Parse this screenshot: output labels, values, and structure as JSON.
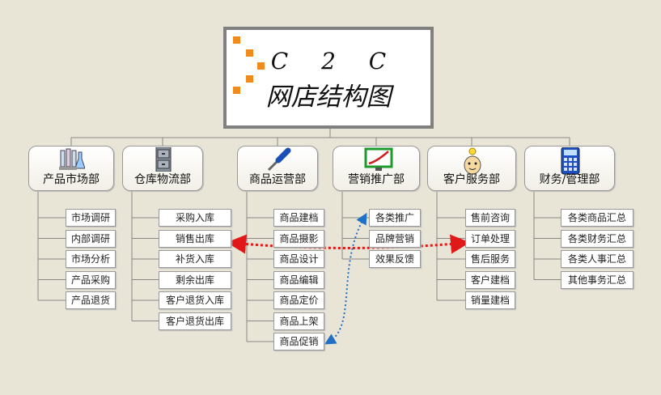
{
  "title": {
    "line1": "C 2 C",
    "line2": "网店结构图"
  },
  "departments": [
    {
      "name": "产品市场部",
      "icon": "test-tubes-icon",
      "items": [
        "市场调研",
        "内部调研",
        "市场分析",
        "产品采购",
        "产品退货"
      ]
    },
    {
      "name": "仓库物流部",
      "icon": "filing-cabinet-icon",
      "items": [
        "采购入库",
        "销售出库",
        "补货入库",
        "剩余出库",
        "客户退货入库",
        "客户退货出库"
      ]
    },
    {
      "name": "商品运营部",
      "icon": "screwdriver-icon",
      "items": [
        "商品建档",
        "商品摄影",
        "商品设计",
        "商品编辑",
        "商品定价",
        "商品上架",
        "商品促销"
      ]
    },
    {
      "name": "营销推广部",
      "icon": "chart-monitor-icon",
      "items": [
        "各类推广",
        "品牌营销",
        "效果反馈"
      ]
    },
    {
      "name": "客户服务部",
      "icon": "idea-person-icon",
      "items": [
        "售前咨询",
        "订单处理",
        "售后服务",
        "客户建档",
        "销量建档"
      ]
    },
    {
      "name": "财务/管理部",
      "icon": "calculator-icon",
      "items": [
        "各类商品汇总",
        "各类财务汇总",
        "各类人事汇总",
        "其他事务汇总"
      ]
    }
  ],
  "colors": {
    "background": "#e8e4d6",
    "title_accent": "#f08a1c",
    "red_connector": "#e01818",
    "blue_connector": "#2070c8"
  }
}
